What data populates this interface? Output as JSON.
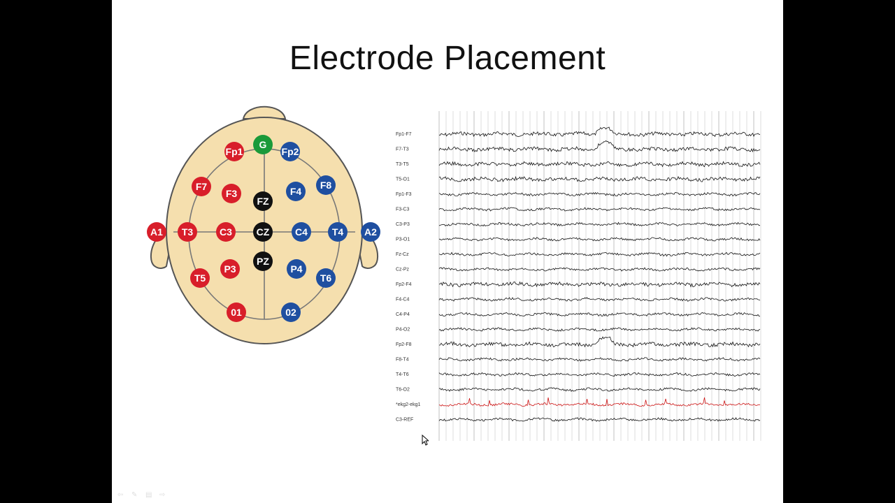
{
  "slide": {
    "title": "Electrode Placement"
  },
  "head_diagram": {
    "electrodes": [
      {
        "id": "Fp1",
        "label": "Fp1",
        "group": "left"
      },
      {
        "id": "G",
        "label": "G",
        "group": "ground"
      },
      {
        "id": "Fp2",
        "label": "Fp2",
        "group": "right"
      },
      {
        "id": "F7",
        "label": "F7",
        "group": "left"
      },
      {
        "id": "F3",
        "label": "F3",
        "group": "left"
      },
      {
        "id": "FZ",
        "label": "FZ",
        "group": "midline"
      },
      {
        "id": "F4",
        "label": "F4",
        "group": "right"
      },
      {
        "id": "F8",
        "label": "F8",
        "group": "right"
      },
      {
        "id": "A1",
        "label": "A1",
        "group": "left"
      },
      {
        "id": "T3",
        "label": "T3",
        "group": "left"
      },
      {
        "id": "C3",
        "label": "C3",
        "group": "left"
      },
      {
        "id": "CZ",
        "label": "CZ",
        "group": "midline"
      },
      {
        "id": "C4",
        "label": "C4",
        "group": "right"
      },
      {
        "id": "T4",
        "label": "T4",
        "group": "right"
      },
      {
        "id": "A2",
        "label": "A2",
        "group": "right"
      },
      {
        "id": "T5",
        "label": "T5",
        "group": "left"
      },
      {
        "id": "P3",
        "label": "P3",
        "group": "left"
      },
      {
        "id": "PZ",
        "label": "PZ",
        "group": "midline"
      },
      {
        "id": "P4",
        "label": "P4",
        "group": "right"
      },
      {
        "id": "T6",
        "label": "T6",
        "group": "right"
      },
      {
        "id": "O1",
        "label": "01",
        "group": "left"
      },
      {
        "id": "O2",
        "label": "02",
        "group": "right"
      }
    ],
    "colors": {
      "left": "#d81e2a",
      "right": "#1f4fa0",
      "midline": "#111111",
      "ground": "#1a9a3a",
      "scalp": "#f5dfae",
      "outline": "#555555"
    }
  },
  "eeg_trace": {
    "channels": [
      "Fp1-F7",
      "F7-T3",
      "T3-T5",
      "T5-O1",
      "Fp1-F3",
      "F3-C3",
      "C3-P3",
      "P3-O1",
      "Fz-Cz",
      "Cz-Pz",
      "Fp2-F4",
      "F4-C4",
      "C4-P4",
      "P4-O2",
      "Fp2-F8",
      "F8-T4",
      "T4-T6",
      "T6-O2",
      "*ekg2-ekg1",
      "C3-REF"
    ],
    "highlight_channel": "*ekg2-ekg1",
    "colors": {
      "trace": "#111111",
      "ekg": "#cc1111",
      "gridline": "#bbbbbb"
    }
  },
  "nav_controls": {
    "icons": [
      "back-arrow-icon",
      "pen-icon",
      "slides-icon",
      "forward-arrow-icon"
    ]
  }
}
